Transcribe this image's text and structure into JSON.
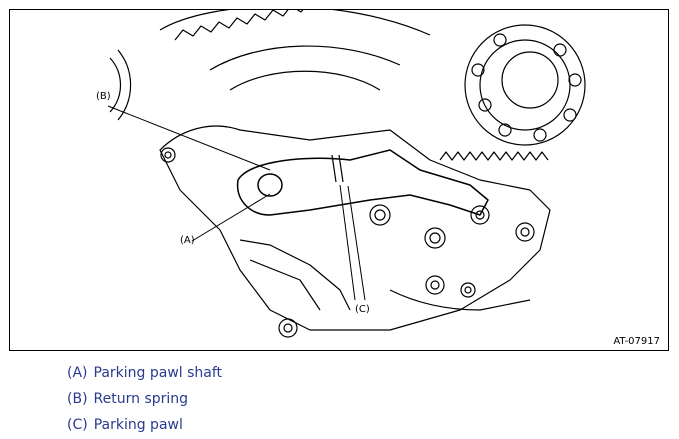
{
  "figure": {
    "id": "AT-07917",
    "callouts": {
      "a": "(A)",
      "b": "(B)",
      "c": "(C)"
    }
  },
  "legend": [
    {
      "key": "(A)",
      "text": "Parking pawl shaft"
    },
    {
      "key": "(B)",
      "text": "Return spring"
    },
    {
      "key": "(C)",
      "text": "Parking pawl"
    }
  ],
  "colors": {
    "legend_text": "#2a3b8f",
    "line_art": "#000000"
  }
}
